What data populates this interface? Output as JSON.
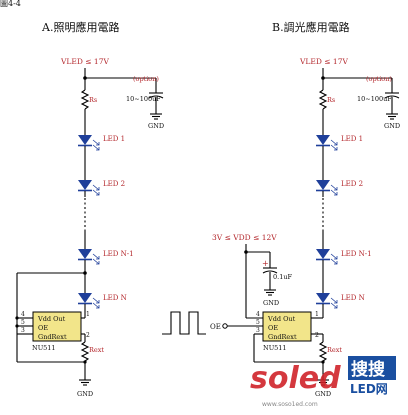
{
  "header_fragment": "圖4-4",
  "left": {
    "title": "A.照明應用電路",
    "supply": "VLED ≤ 17V",
    "cap_note": "(option)",
    "cap_value": "10~100uF",
    "gnd": "GND",
    "rs": "Rs",
    "leds": [
      "LED 1",
      "LED 2",
      "LED N-1",
      "LED N"
    ],
    "ic": {
      "row1": "Vdd Out",
      "row2": "OE",
      "row3": "GndRext",
      "name": "NU511",
      "pins": [
        "4",
        "5",
        "3",
        "1",
        "2"
      ]
    },
    "rext": "Rext",
    "gnd_bottom": "GND"
  },
  "right": {
    "title": "B.調光應用電路",
    "supply": "VLED ≤ 17V",
    "cap_note": "(option)",
    "cap_value": "10~100uF",
    "gnd": "GND",
    "rs": "Rs",
    "leds": [
      "LED 1",
      "LED 2",
      "LED N-1",
      "LED N"
    ],
    "vdd": "3V ≤ VDD ≤ 12V",
    "vdd_cap": "0.1uF",
    "vdd_cap_pol": "+",
    "vdd_gnd": "GND",
    "oe": "OE",
    "ic": {
      "row1": "Vdd Out",
      "row2": "OE",
      "row3": "GndRext",
      "name": "NU511",
      "pins": [
        "4",
        "5",
        "3",
        "1",
        "2"
      ]
    },
    "rext": "Rext",
    "gnd_bottom": "GND"
  },
  "watermark": {
    "brand": "soled",
    "cn": "搜搜",
    "sub": "LED网",
    "url": "www.soso1ed.com"
  },
  "colors": {
    "led": "#1f3f9a",
    "ic_fill": "#f2e58a",
    "label_red": "#b3262b",
    "watermark_red": "#d0232a",
    "watermark_blue": "#1a4fa0"
  }
}
